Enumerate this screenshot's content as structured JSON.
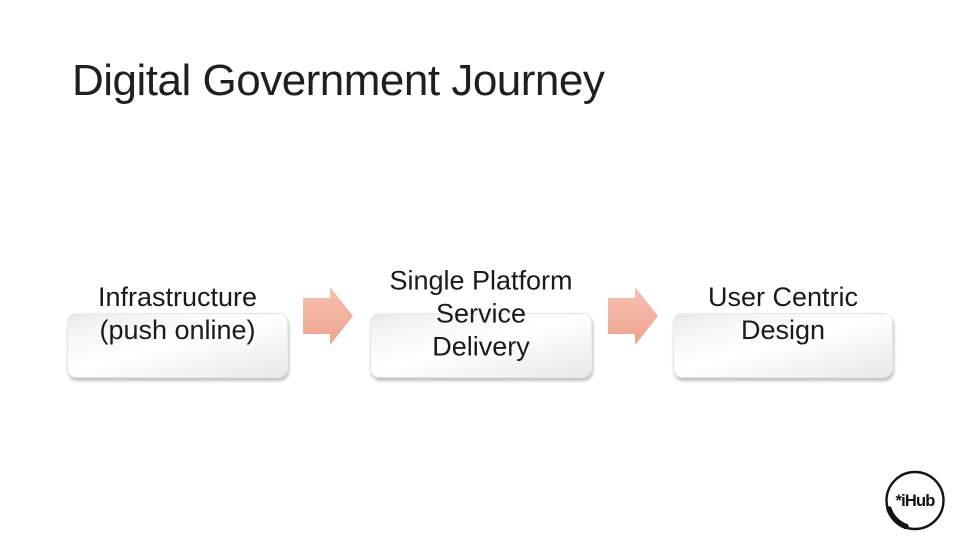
{
  "slide": {
    "title": "Digital Government Journey"
  },
  "journey": {
    "steps": [
      {
        "lines": [
          "Infrastructure",
          "(push online)"
        ]
      },
      {
        "lines": [
          "Single Platform",
          "Service",
          "Delivery"
        ]
      },
      {
        "lines": [
          "User Centric",
          "Design"
        ]
      }
    ],
    "arrow_icon": "right-block-arrow",
    "arrow_count": 2
  },
  "logo": {
    "text": "*iHub",
    "shape": "circle-badge"
  },
  "colors": {
    "background": "#ffffff",
    "title_text": "#1f1f1f",
    "body_text": "#1a1a1a",
    "box_edge_gray": "#e7e9e9",
    "arrow_start": "#f6c0ae",
    "arrow_mid": "#f2b19f",
    "arrow_end": "#eda28d",
    "logo_ink": "#131313"
  }
}
